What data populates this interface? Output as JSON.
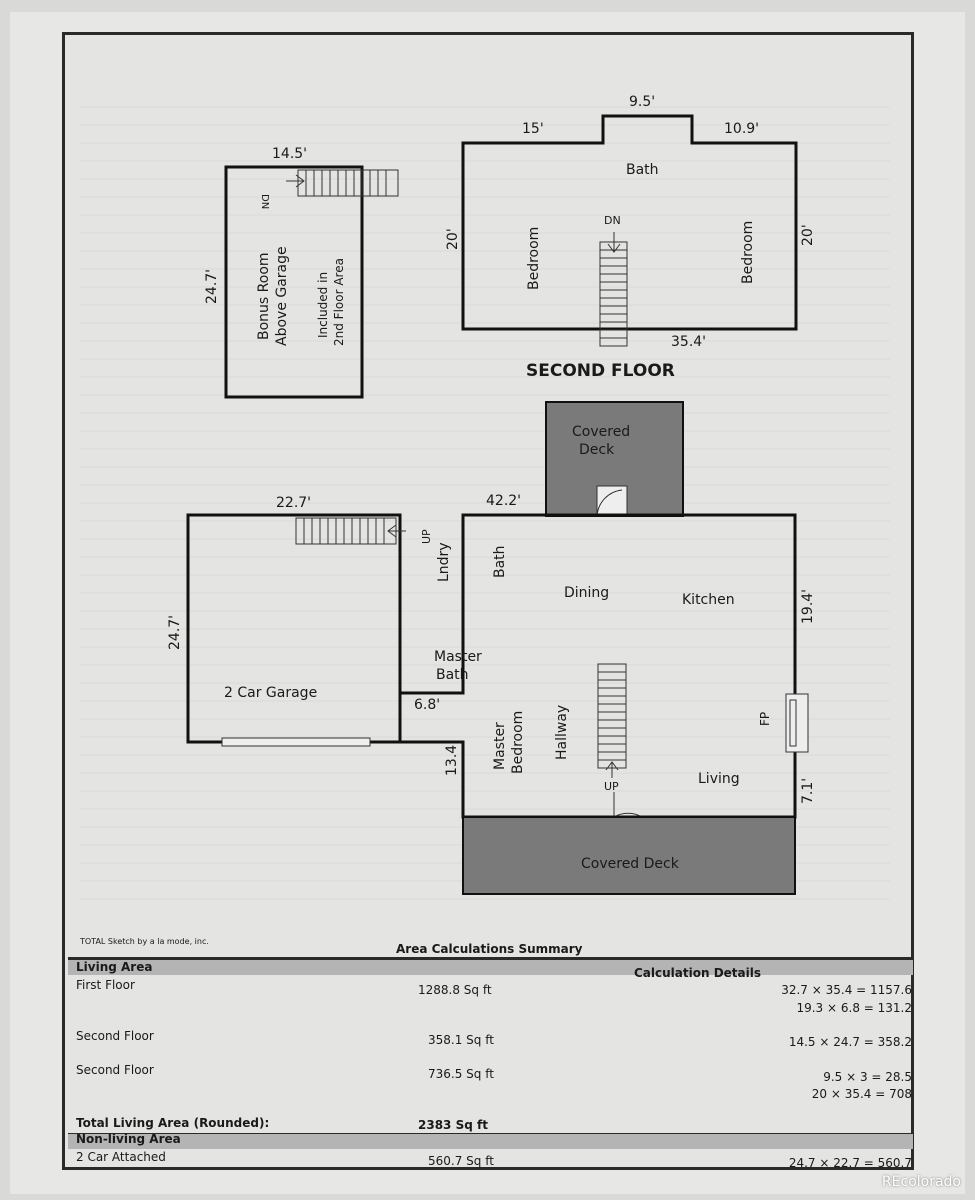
{
  "second_floor": {
    "title": "SECOND FLOOR",
    "dims": {
      "top_mid": "9.5'",
      "top_left": "15'",
      "top_right": "10.9'",
      "left": "20'",
      "right": "20'",
      "bottom": "35.4'"
    },
    "rooms": {
      "bath": "Bath",
      "bedroom_left": "Bedroom",
      "bedroom_right": "Bedroom",
      "stairs": "DN"
    },
    "bonus": {
      "width": "14.5'",
      "height": "24.7'",
      "line1": "Bonus Room",
      "line2": "Above Garage",
      "note1": "Included in",
      "note2": "2nd Floor Area",
      "stairs": "DN"
    }
  },
  "first_floor": {
    "covered_deck_top_1": "Covered",
    "covered_deck_top_2": "Deck",
    "dims": {
      "garage_top": "22.7'",
      "top": "42.2'",
      "garage_left": "24.7'",
      "right": "19.4'",
      "notch_w": "6.8'",
      "notch_h": "13.4'",
      "right_lower": "7.1'"
    },
    "rooms": {
      "laundry": "Lndry",
      "bath": "Bath",
      "dining": "Dining",
      "kitchen": "Kitchen",
      "master_bath_1": "Master",
      "master_bath_2": "Bath",
      "garage": "2 Car Garage",
      "master_bed_1": "Master",
      "master_bed_2": "Bedroom",
      "hallway": "Hallway",
      "living": "Living",
      "fp": "FP",
      "covered_deck_bottom": "Covered Deck",
      "up": "UP",
      "garage_up": "UP"
    }
  },
  "sketch_credit": "TOTAL Sketch by a la mode, inc.",
  "summary": {
    "title": "Area Calculations Summary",
    "living_header": "Living Area",
    "details_header": "Calculation Details",
    "rows": [
      {
        "label": "First Floor",
        "area": "1288.8 Sq ft",
        "calc1": "32.7 × 35.4 = 1157.6",
        "calc2": "19.3 × 6.8  =  131.2"
      },
      {
        "label": "Second Floor",
        "area": "358.1 Sq ft",
        "calc1": "14.5 × 24.7 =  358.2",
        "calc2": ""
      },
      {
        "label": "Second Floor",
        "area": "736.5 Sq ft",
        "calc1": "9.5 × 3     =     28.5",
        "calc2": "20 × 35.4   =       708"
      }
    ],
    "total_label": "Total Living Area (Rounded):",
    "total_value": "2383 Sq ft",
    "nonliving_header": "Non-living Area",
    "nonliving_rows": [
      {
        "label": "2 Car Attached",
        "area": "560.7 Sq ft",
        "calc1": "24.7 × 22.7 =  560.7"
      }
    ]
  },
  "watermark": "REcolorado"
}
